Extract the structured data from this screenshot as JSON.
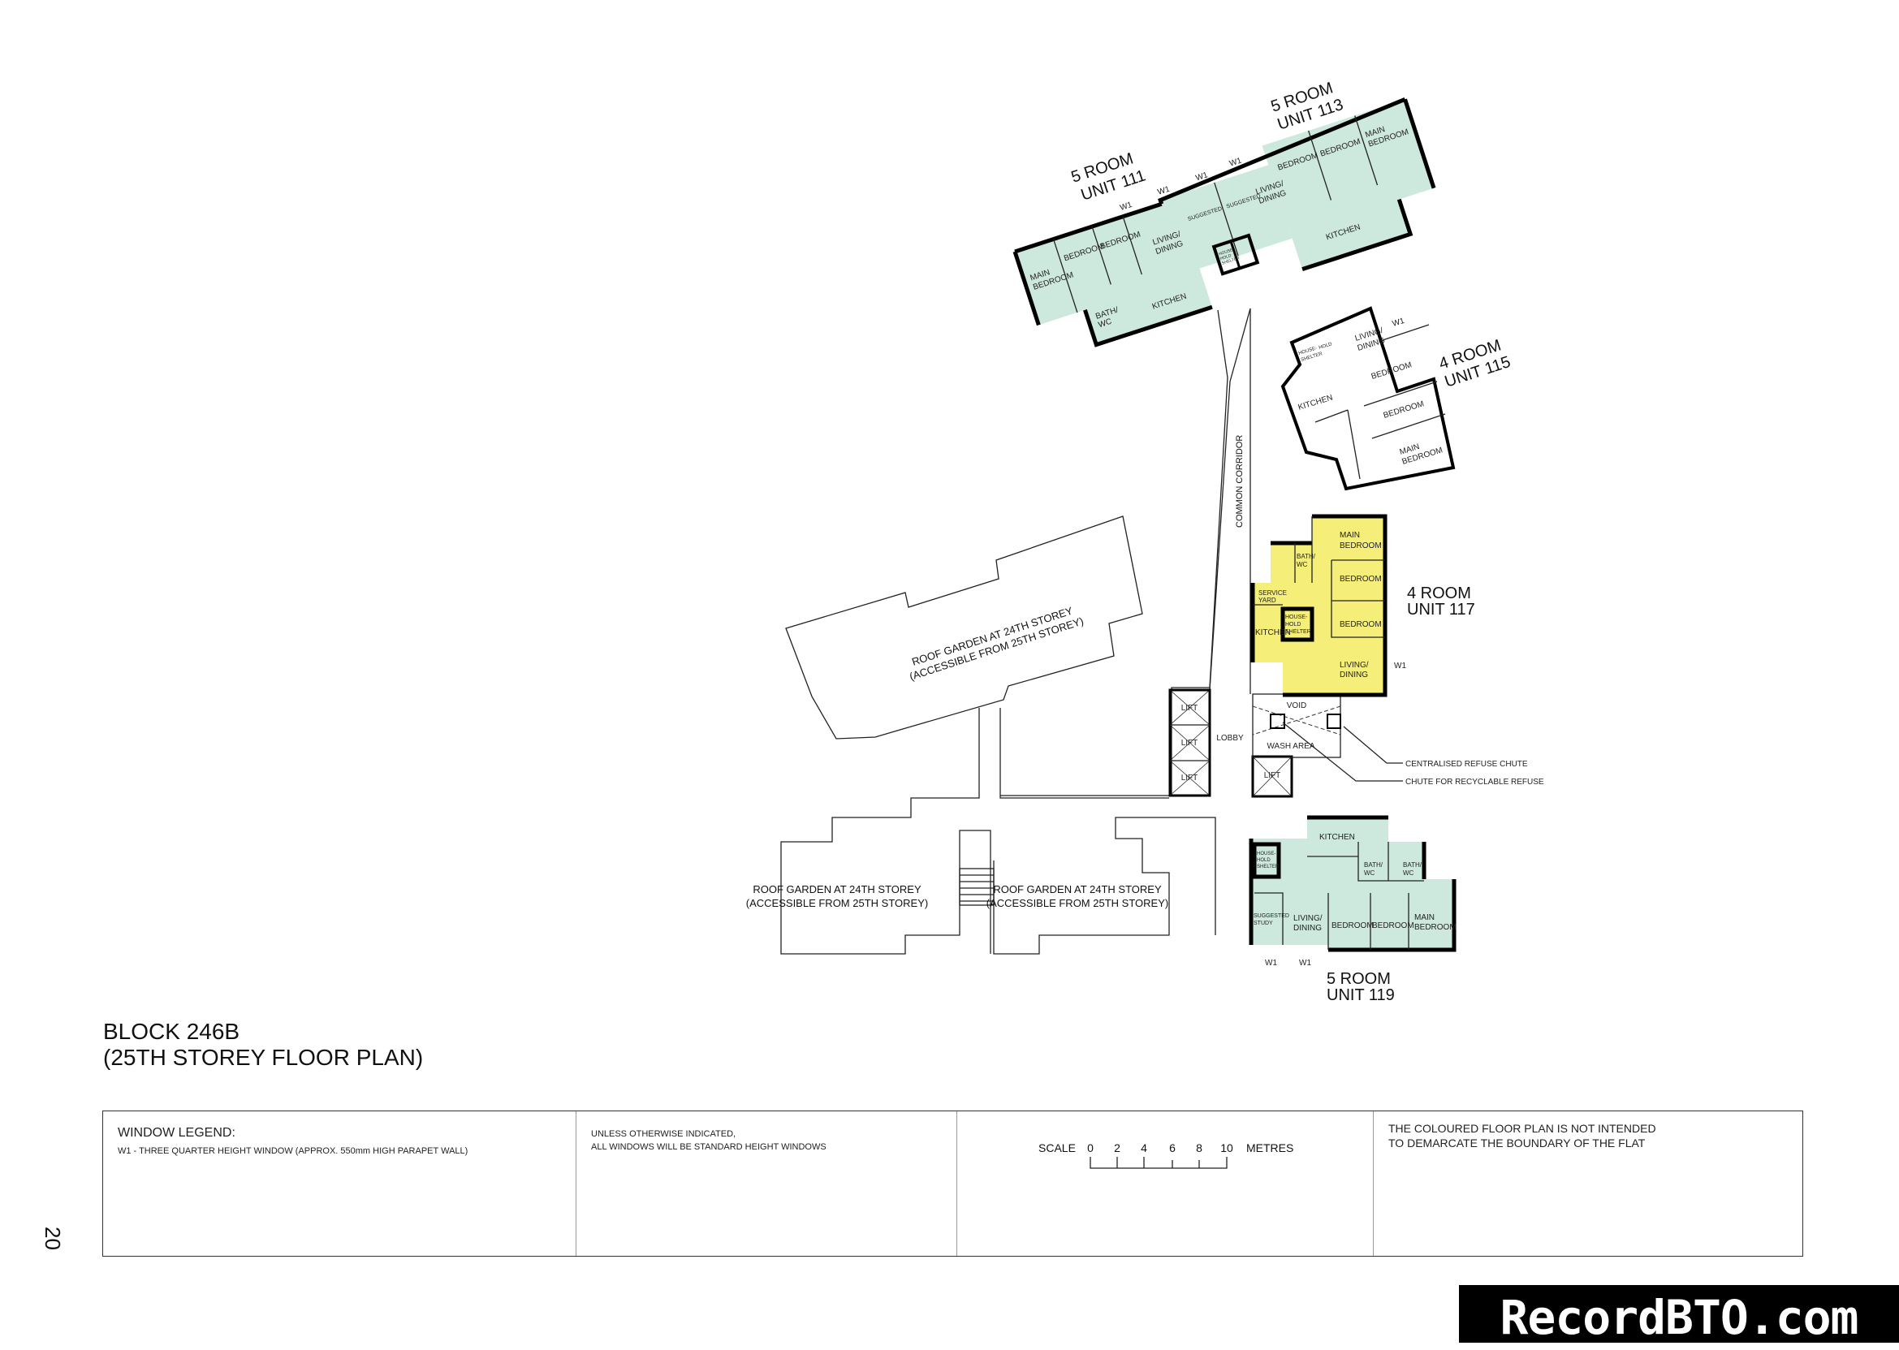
{
  "plan": {
    "units": [
      {
        "type": "5 ROOM",
        "unit": "UNIT 111",
        "color": "#cde8dc"
      },
      {
        "type": "5 ROOM",
        "unit": "UNIT 113",
        "color": "#cde8dc"
      },
      {
        "type": "4 ROOM",
        "unit": "UNIT 115",
        "color": "#f5ee78"
      },
      {
        "type": "4 ROOM",
        "unit": "UNIT 117",
        "color": "#f5ee78"
      },
      {
        "type": "5 ROOM",
        "unit": "UNIT 119",
        "color": "#cde8dc"
      }
    ],
    "rooms": {
      "main_bedroom_1": "MAIN",
      "main_bedroom_2": "BEDROOM",
      "bedroom": "BEDROOM",
      "living": "LIVING/",
      "dining": "DINING",
      "kitchen": "KITCHEN",
      "bath": "BATH/",
      "wc": "WC",
      "study1": "SUGGESTED",
      "study2": "STUDY",
      "service_yard1": "SERVICE",
      "service_yard2": "YARD",
      "shelter1": "HOUSE-",
      "shelter2": "HOLD",
      "shelter3": "SHELTER",
      "w1": "W1"
    },
    "corridor": "COMMON CORRIDOR",
    "roof_garden_1": "ROOF GARDEN AT 24TH STOREY",
    "roof_garden_2": "(ACCESSIBLE FROM 25TH STOREY)",
    "lift": "LIFT",
    "lobby": "LOBBY",
    "void": "VOID",
    "wash_area": "WASH AREA",
    "refuse_chute": "CENTRALISED REFUSE CHUTE",
    "recycle_chute": "CHUTE FOR RECYCLABLE REFUSE"
  },
  "title": {
    "line1": "BLOCK 246B",
    "line2": "(25TH STOREY FLOOR PLAN)"
  },
  "legend": {
    "heading": "WINDOW LEGEND:",
    "w1": "W1 - THREE QUARTER HEIGHT WINDOW (APPROX. 550mm HIGH PARAPET WALL)",
    "note1": "UNLESS OTHERWISE INDICATED,",
    "note2": "ALL WINDOWS WILL BE STANDARD HEIGHT WINDOWS",
    "scale_label": "SCALE",
    "scale_ticks": [
      "0",
      "2",
      "4",
      "6",
      "8",
      "10"
    ],
    "scale_unit": "METRES",
    "disclaimer1": "THE COLOURED FLOOR PLAN IS NOT INTENDED",
    "disclaimer2": "TO DEMARCATE THE BOUNDARY OF THE FLAT"
  },
  "page_number": "20",
  "watermark": "RecordBTO.com"
}
